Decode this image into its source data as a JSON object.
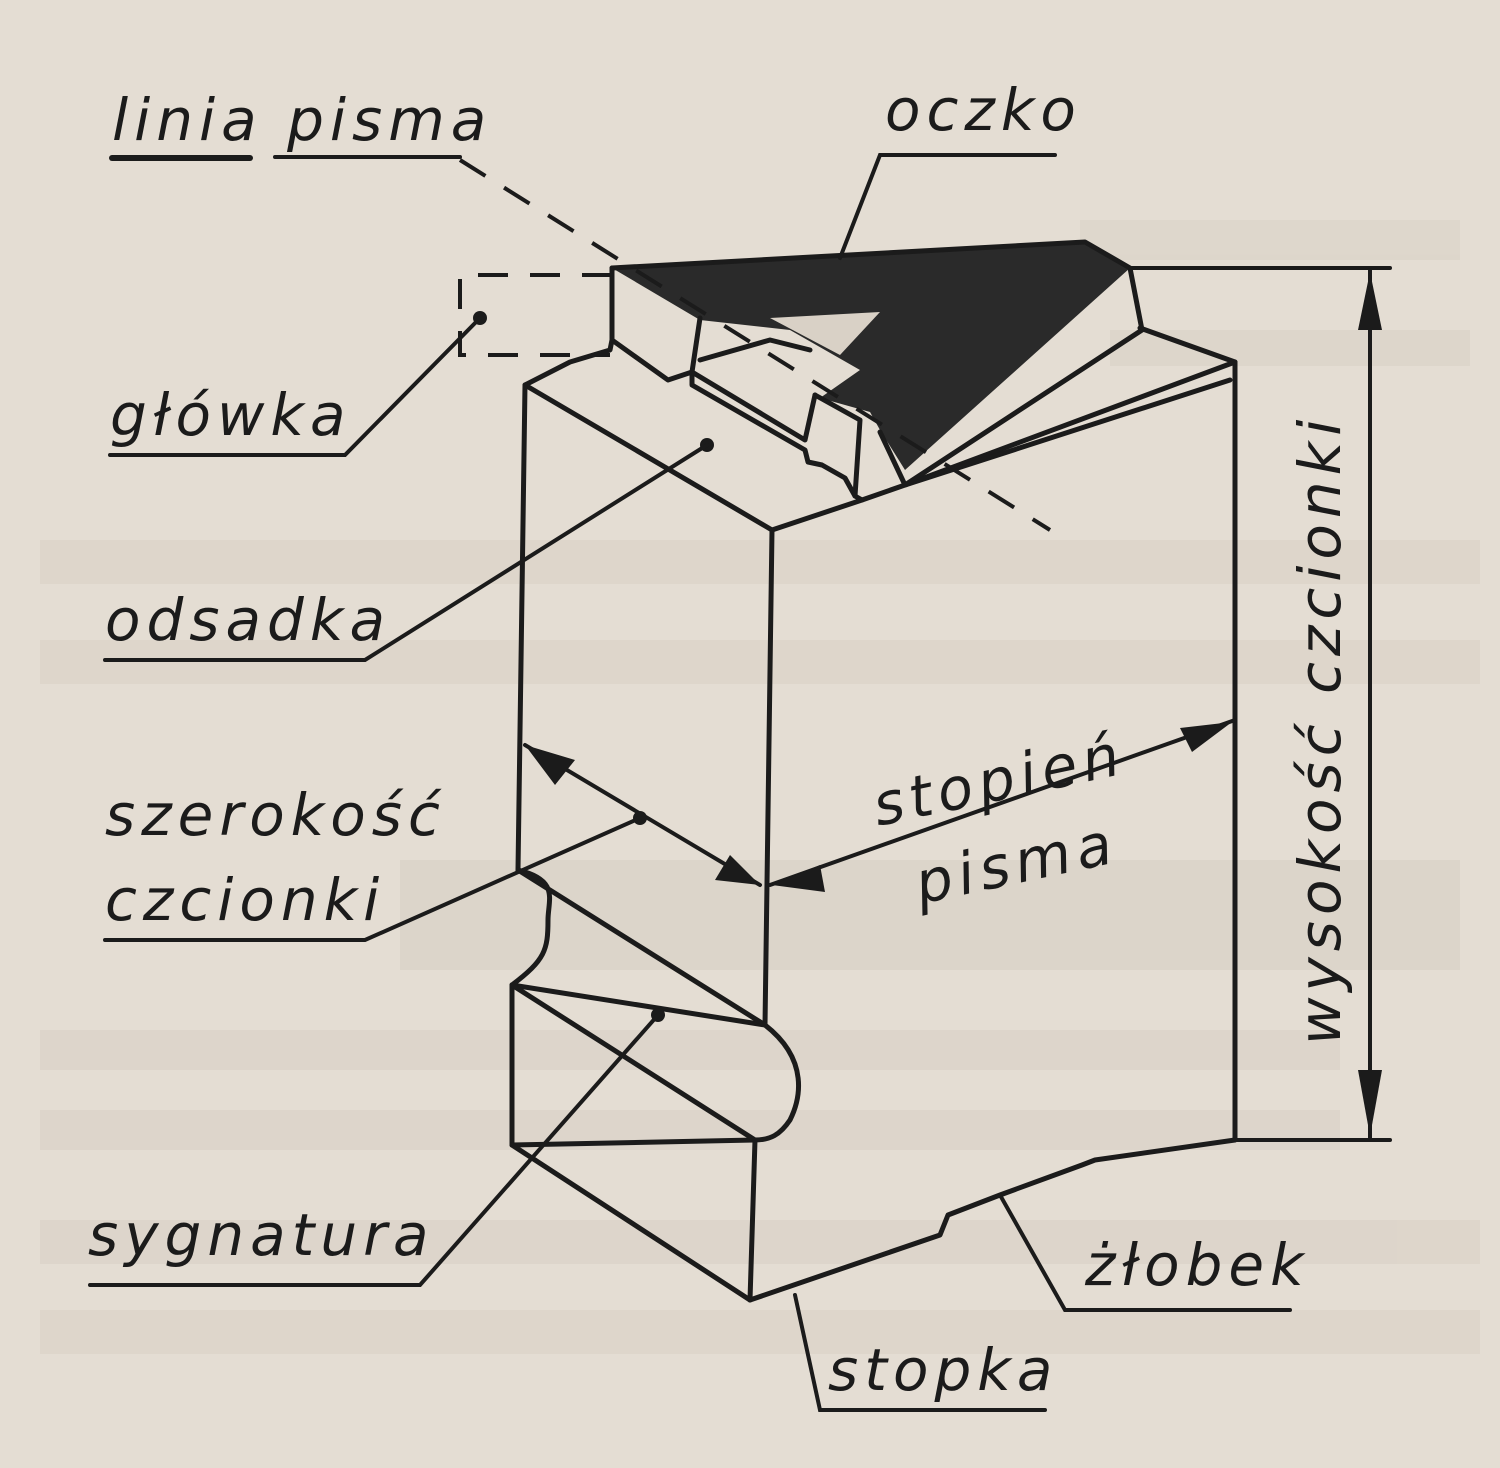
{
  "labels": {
    "linia_pisma": "linia pisma",
    "oczko": "oczko",
    "glowka": "główka",
    "odsadka": "odsadka",
    "szerokosc_czcionki_1": "szerokość",
    "szerokosc_czcionki_2": "czcionki",
    "stopien_pisma_1": "stopień",
    "stopien_pisma_2": "pisma",
    "wysokosc_czcionki": "wysokość czcionki",
    "sygnatura": "sygnatura",
    "zlobek": "żłobek",
    "stopka": "stopka"
  },
  "colors": {
    "paper": "#e4ddd3",
    "ink": "#1b1b1b",
    "face": "#2a2a2a"
  }
}
